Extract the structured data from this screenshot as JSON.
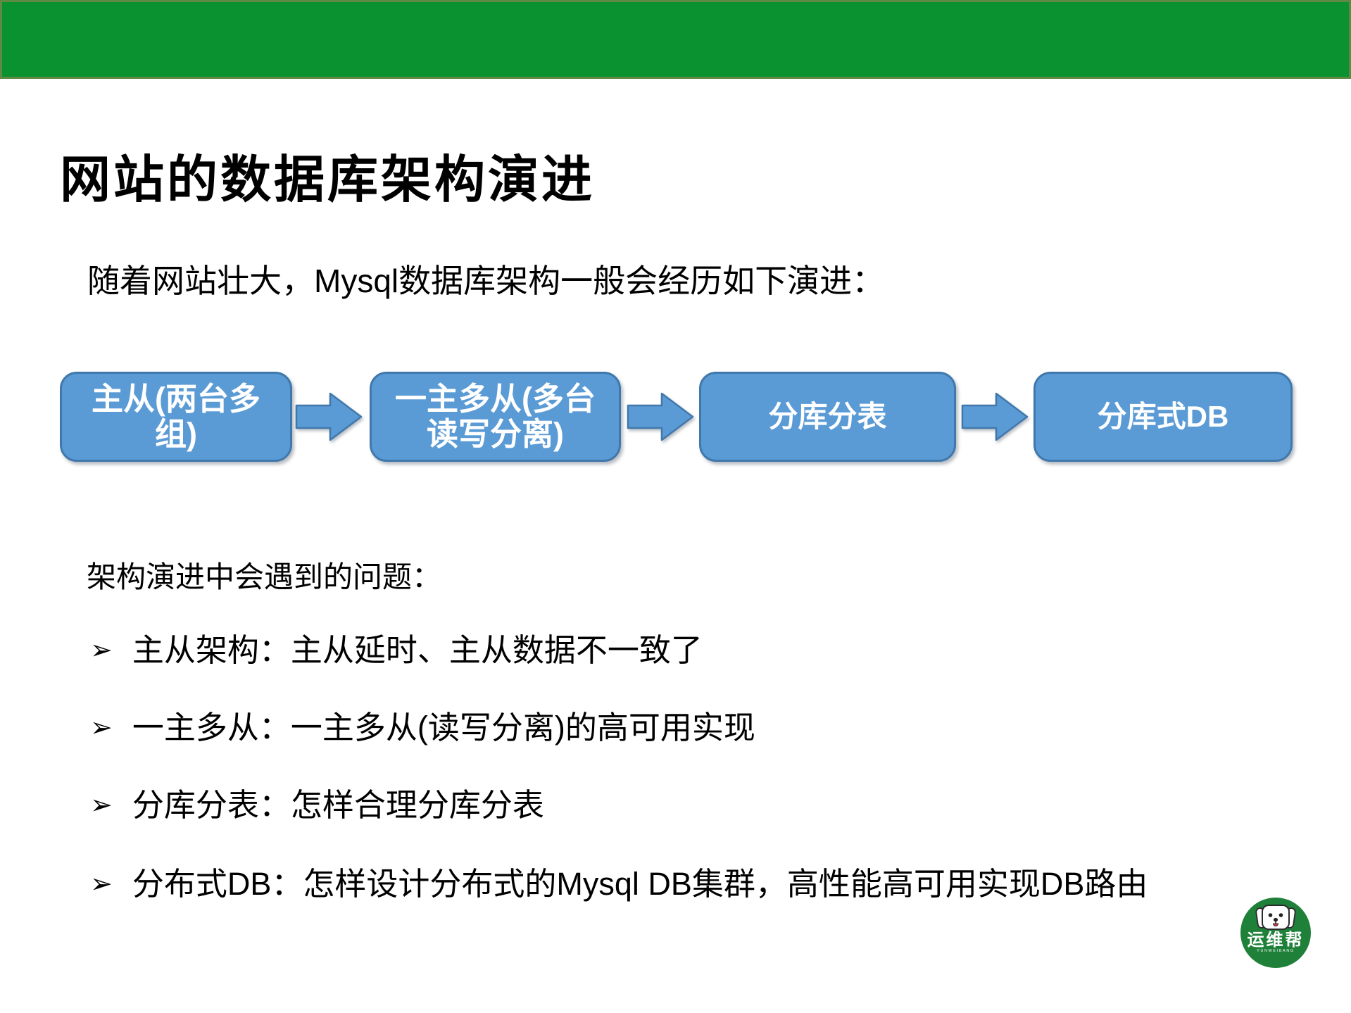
{
  "slide": {
    "title": "网站的数据库架构演进",
    "intro": "随着网站壮大，Mysql数据库架构一般会经历如下演进：",
    "flow_steps": [
      {
        "lines": [
          "主从(两台多",
          "组)"
        ]
      },
      {
        "lines": [
          "一主多从(多台",
          "读写分离)"
        ]
      },
      {
        "lines": [
          "分库分表"
        ]
      },
      {
        "lines": [
          "分库式DB"
        ]
      }
    ],
    "problems_heading": "架构演进中会遇到的问题：",
    "bullet_glyph": "➢",
    "bullets": [
      "主从架构：主从延时、主从数据不一致了",
      "一主多从：一主多从(读写分离)的高可用实现",
      "分库分表：怎样合理分库分表",
      "分布式DB：怎样设计分布式的Mysql DB集群，高性能高可用实现DB路由"
    ],
    "logo": {
      "name": "运维帮",
      "subtext": "YUNWEIBANG"
    },
    "colors": {
      "banner_green": "#0a9130",
      "banner_border": "#5f8a44",
      "box_blue": "#5b9bd5",
      "box_border": "#4178ac",
      "logo_green": "#1f8139",
      "text": "#000000",
      "box_text": "#ffffff"
    }
  }
}
